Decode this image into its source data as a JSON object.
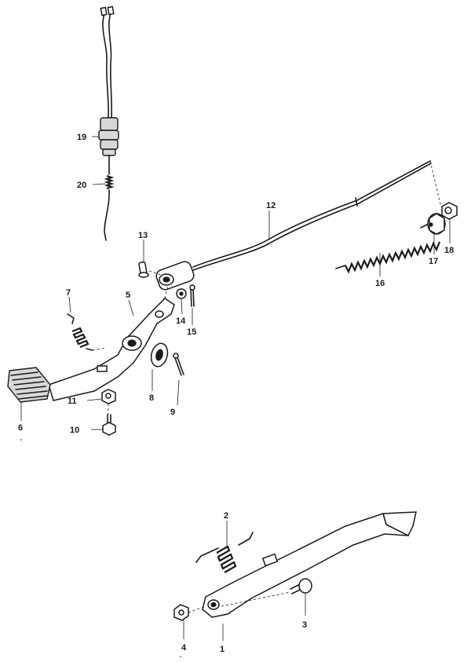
{
  "callouts": [
    {
      "id": "c1",
      "text": "1"
    },
    {
      "id": "c2",
      "text": "2"
    },
    {
      "id": "c3",
      "text": "3"
    },
    {
      "id": "c4",
      "text": "4"
    },
    {
      "id": "c5",
      "text": "5"
    },
    {
      "id": "c6",
      "text": "6"
    },
    {
      "id": "c7",
      "text": "7"
    },
    {
      "id": "c8",
      "text": "8"
    },
    {
      "id": "c9",
      "text": "9"
    },
    {
      "id": "c10",
      "text": "10"
    },
    {
      "id": "c11",
      "text": "11"
    },
    {
      "id": "c12",
      "text": "12"
    },
    {
      "id": "c13",
      "text": "13"
    },
    {
      "id": "c14",
      "text": "14"
    },
    {
      "id": "c15",
      "text": "15"
    },
    {
      "id": "c16",
      "text": "16"
    },
    {
      "id": "c17",
      "text": "17"
    },
    {
      "id": "c18",
      "text": "18"
    },
    {
      "id": "c19",
      "text": "19"
    },
    {
      "id": "c20",
      "text": "20"
    }
  ],
  "colors": {
    "ink": "#1a1a1a",
    "paper": "#ffffff",
    "fill": "#d8d8d8"
  }
}
